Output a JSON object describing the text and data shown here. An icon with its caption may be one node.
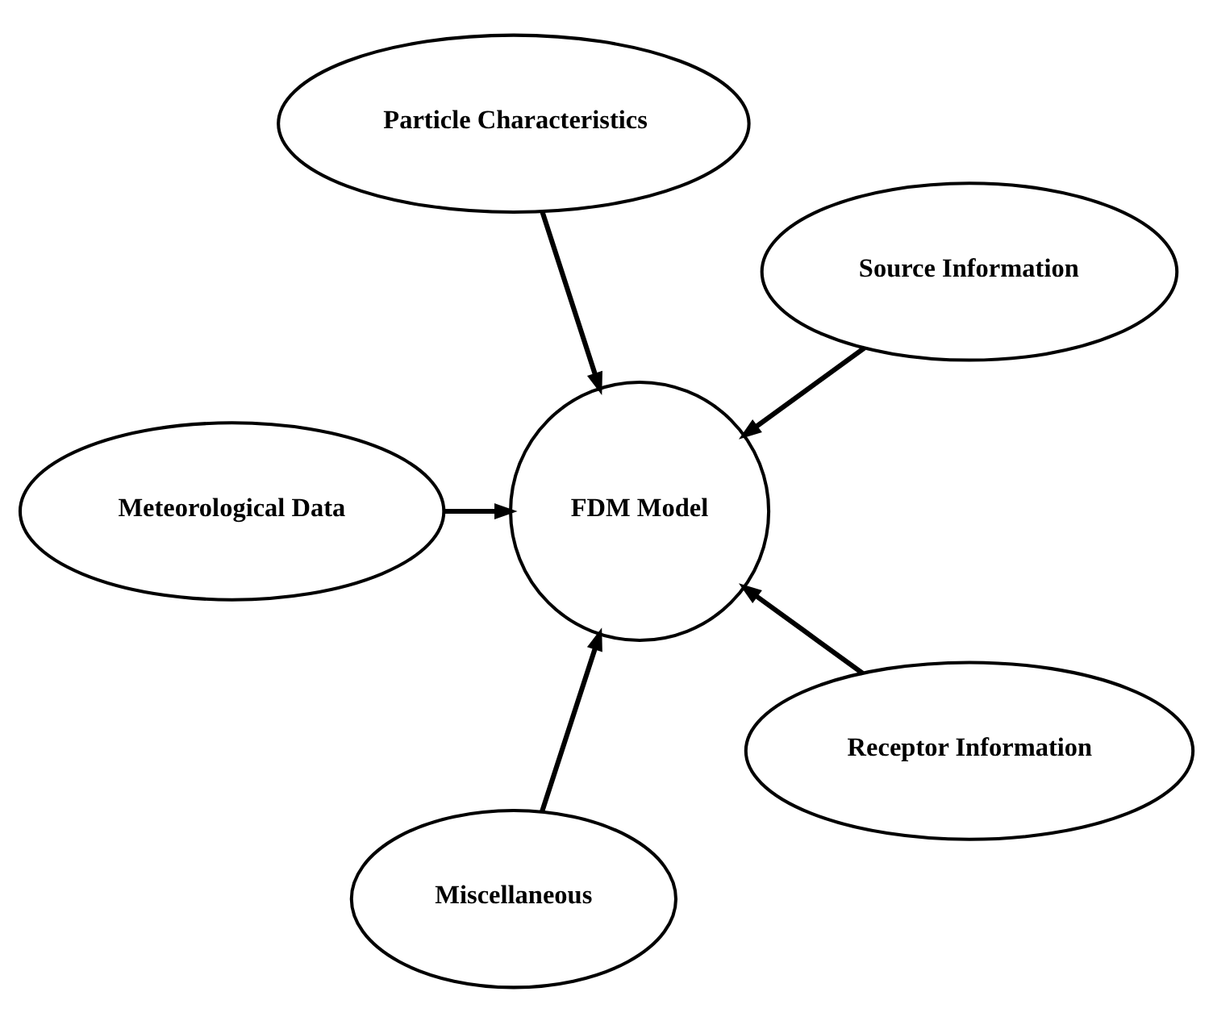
{
  "diagram": {
    "nodes": [
      {
        "text": [
          "Source Information"
        ]
      },
      {
        "text": [
          "Particle Characteristics"
        ]
      },
      {
        "text": [
          "FDM Model"
        ]
      },
      {
        "text": [
          "Meteorological Data"
        ]
      },
      {
        "text": [
          "Miscellaneous"
        ]
      },
      {
        "text": [
          "Receptor Information"
        ]
      }
    ],
    "edges": [
      {
        "from": 0,
        "to": 2,
        "arrow": "to"
      },
      {
        "from": 1,
        "to": 2,
        "arrow": "to"
      },
      {
        "from": 3,
        "to": 2,
        "arrow": "to"
      },
      {
        "from": 4,
        "to": 2,
        "arrow": "to"
      },
      {
        "from": 5,
        "to": 2,
        "arrow": "to"
      }
    ]
  }
}
